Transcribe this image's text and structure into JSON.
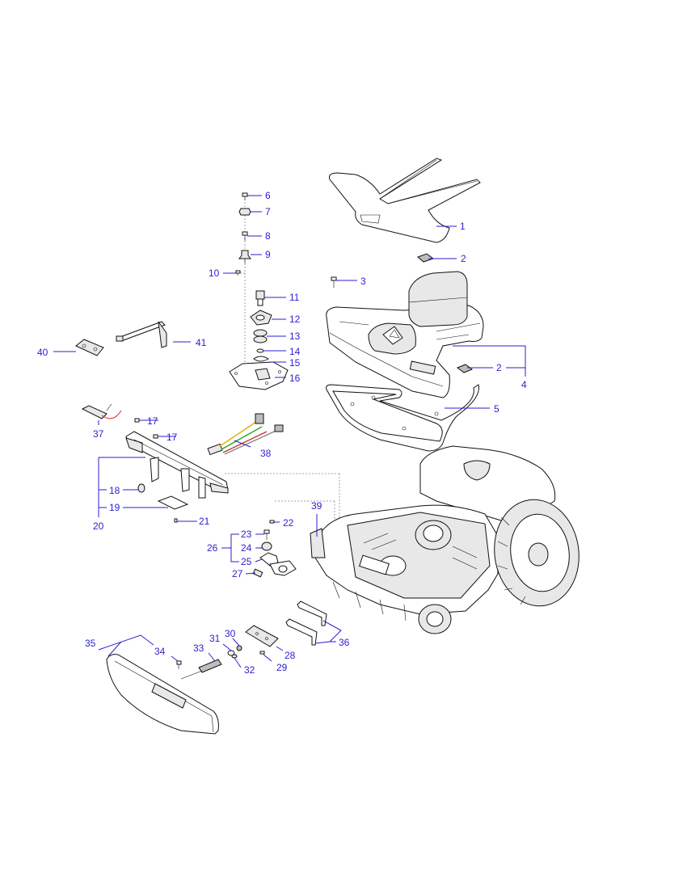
{
  "diagram": {
    "callouts": [
      {
        "id": "c1",
        "label": "1"
      },
      {
        "id": "c2a",
        "label": "2"
      },
      {
        "id": "c2b",
        "label": "2"
      },
      {
        "id": "c3",
        "label": "3"
      },
      {
        "id": "c4",
        "label": "4"
      },
      {
        "id": "c5",
        "label": "5"
      },
      {
        "id": "c6",
        "label": "6"
      },
      {
        "id": "c7",
        "label": "7"
      },
      {
        "id": "c8",
        "label": "8"
      },
      {
        "id": "c9",
        "label": "9"
      },
      {
        "id": "c10",
        "label": "10"
      },
      {
        "id": "c11",
        "label": "11"
      },
      {
        "id": "c12",
        "label": "12"
      },
      {
        "id": "c13",
        "label": "13"
      },
      {
        "id": "c14",
        "label": "14"
      },
      {
        "id": "c15",
        "label": "15"
      },
      {
        "id": "c16",
        "label": "16"
      },
      {
        "id": "c17a",
        "label": "17"
      },
      {
        "id": "c17b",
        "label": "17"
      },
      {
        "id": "c18",
        "label": "18"
      },
      {
        "id": "c19",
        "label": "19"
      },
      {
        "id": "c20",
        "label": "20"
      },
      {
        "id": "c21",
        "label": "21"
      },
      {
        "id": "c22",
        "label": "22"
      },
      {
        "id": "c23",
        "label": "23"
      },
      {
        "id": "c24",
        "label": "24"
      },
      {
        "id": "c25",
        "label": "25"
      },
      {
        "id": "c26",
        "label": "26"
      },
      {
        "id": "c27",
        "label": "27"
      },
      {
        "id": "c28",
        "label": "28"
      },
      {
        "id": "c29",
        "label": "29"
      },
      {
        "id": "c30",
        "label": "30"
      },
      {
        "id": "c31",
        "label": "31"
      },
      {
        "id": "c32",
        "label": "32"
      },
      {
        "id": "c33",
        "label": "33"
      },
      {
        "id": "c34",
        "label": "34"
      },
      {
        "id": "c35",
        "label": "35"
      },
      {
        "id": "c36",
        "label": "36"
      },
      {
        "id": "c37",
        "label": "37"
      },
      {
        "id": "c38",
        "label": "38"
      },
      {
        "id": "c39",
        "label": "39"
      },
      {
        "id": "c40",
        "label": "40"
      },
      {
        "id": "c41",
        "label": "41"
      }
    ],
    "colors": {
      "callout": "#2a1fd0",
      "outline": "#111111"
    }
  }
}
